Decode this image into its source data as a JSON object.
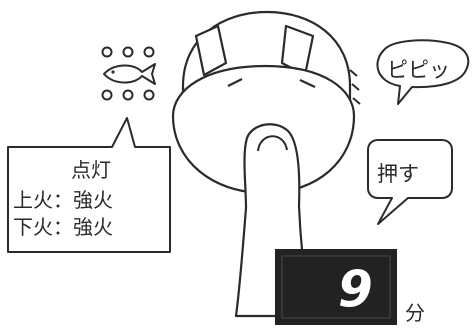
{
  "callout_note": {
    "title": "点灯",
    "upper_heat": "上火：強火",
    "lower_heat": "下火：強火"
  },
  "speech_beep": "ピピッ",
  "speech_press": "押す",
  "timer_display": {
    "digit": "9",
    "unit": "分"
  },
  "icons": [
    "fish-icon",
    "indicator-lamps",
    "control-knob",
    "finger"
  ],
  "colors": {
    "ink": "#2b2b2b",
    "display_bg": "#222222",
    "display_digit": "#ffffff"
  }
}
